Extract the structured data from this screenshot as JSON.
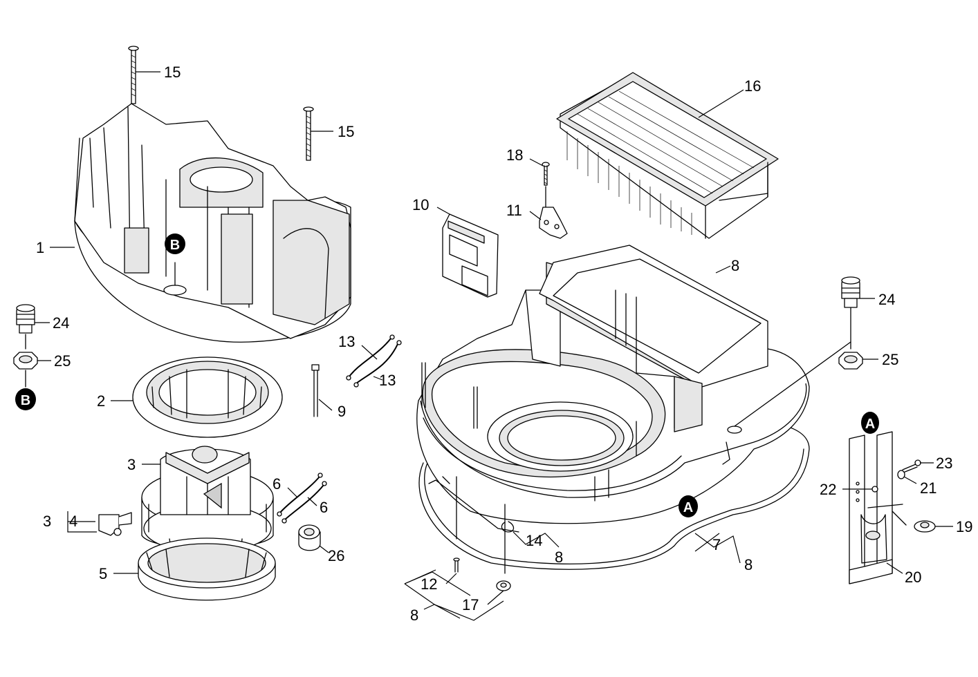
{
  "labels": {
    "p1": "1",
    "p2": "2",
    "p3a": "3",
    "p3b": "3",
    "p4": "4",
    "p5": "5",
    "p6a": "6",
    "p6b": "6",
    "p7": "7",
    "p8a": "8",
    "p8b": "8",
    "p8c": "8",
    "p8d": "8",
    "p9": "9",
    "p10": "10",
    "p11": "11",
    "p12": "12",
    "p13a": "13",
    "p13b": "13",
    "p14": "14",
    "p15a": "15",
    "p15b": "15",
    "p16": "16",
    "p17": "17",
    "p18": "18",
    "p19": "19",
    "p20": "20",
    "p21": "21",
    "p22": "22",
    "p23": "23",
    "p24a": "24",
    "p24b": "24",
    "p25a": "25",
    "p25b": "25",
    "p26": "26"
  },
  "refs": {
    "a1": "A",
    "a2": "A",
    "b1": "B",
    "b2": "B"
  }
}
